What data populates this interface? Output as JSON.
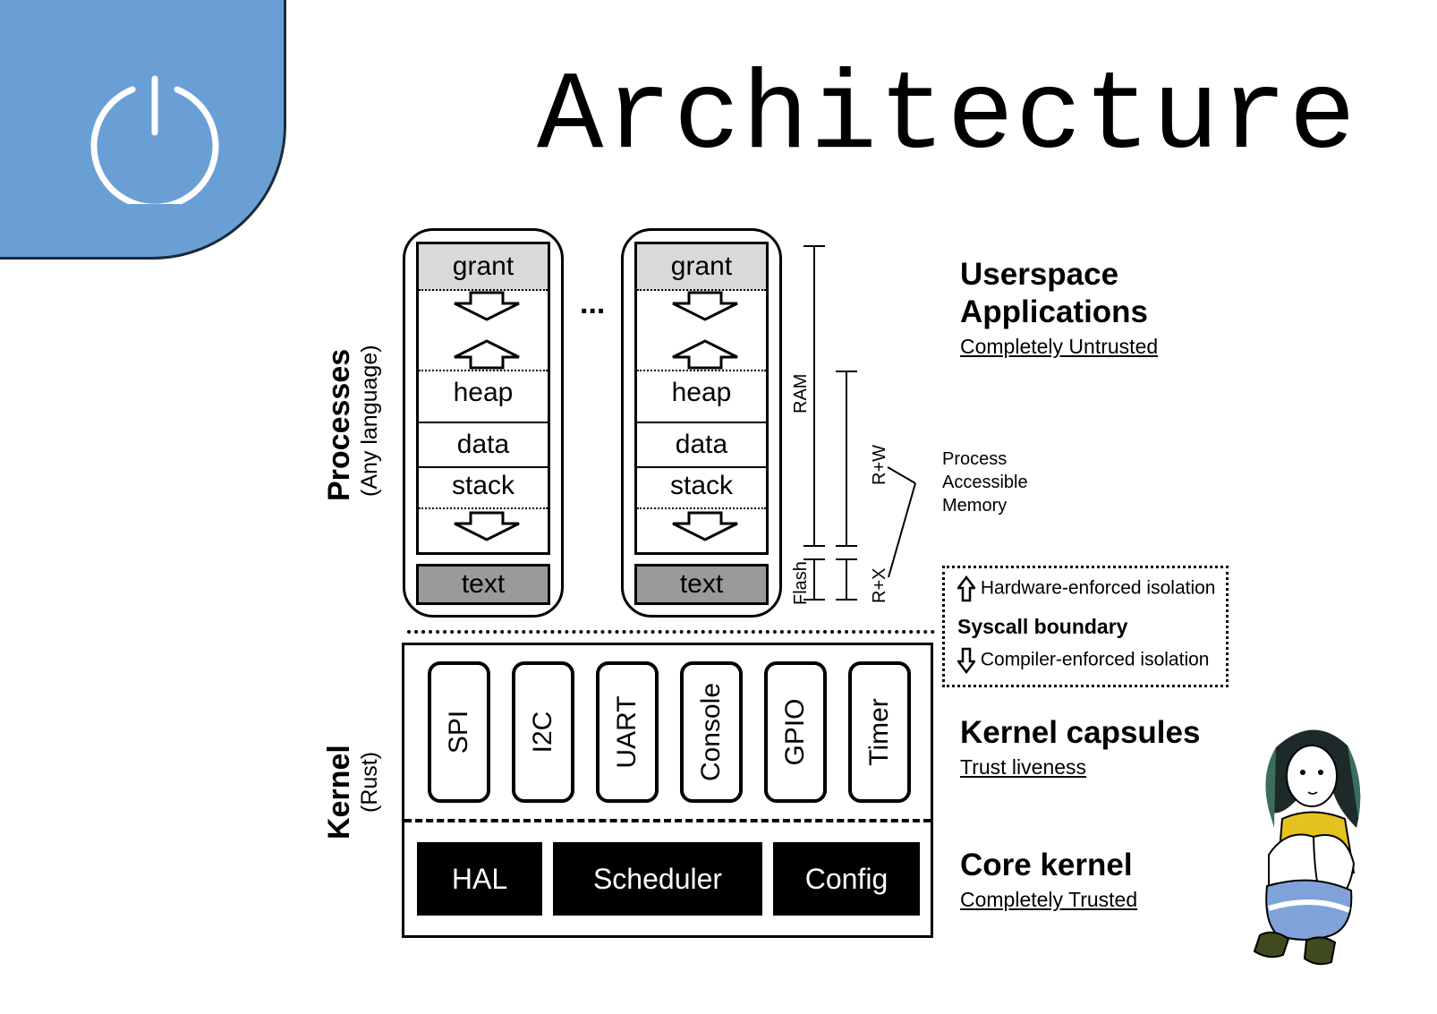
{
  "title": "Architecture",
  "logo": {
    "icon": "power-icon",
    "color": "#6a9fd6"
  },
  "processes": {
    "label": "Processes",
    "sublabel": "(Any language)",
    "ellipsis": "...",
    "columns": [
      {
        "grant": "grant",
        "heap": "heap",
        "data": "data",
        "stack": "stack",
        "text": "text"
      },
      {
        "grant": "grant",
        "heap": "heap",
        "data": "data",
        "stack": "stack",
        "text": "text"
      }
    ]
  },
  "memory": {
    "ram": "RAM",
    "flash": "Flash",
    "rw": "R+W",
    "rx": "R+X",
    "accessible": [
      "Process",
      "Accessible",
      "Memory"
    ]
  },
  "userspace": {
    "heading_line1": "Userspace",
    "heading_line2": "Applications",
    "trust": "Completely Untrusted"
  },
  "legend": {
    "hardware": "Hardware-enforced isolation",
    "syscall": "Syscall boundary",
    "compiler": "Compiler-enforced isolation"
  },
  "kernel": {
    "label": "Kernel",
    "sublabel": "(Rust)",
    "capsules": [
      "SPI",
      "I2C",
      "UART",
      "Console",
      "GPIO",
      "Timer"
    ],
    "core": [
      "HAL",
      "Scheduler",
      "Config"
    ]
  },
  "capsules_info": {
    "heading": "Kernel capsules",
    "trust": "Trust liveness"
  },
  "core_info": {
    "heading": "Core kernel",
    "trust": "Completely Trusted"
  }
}
